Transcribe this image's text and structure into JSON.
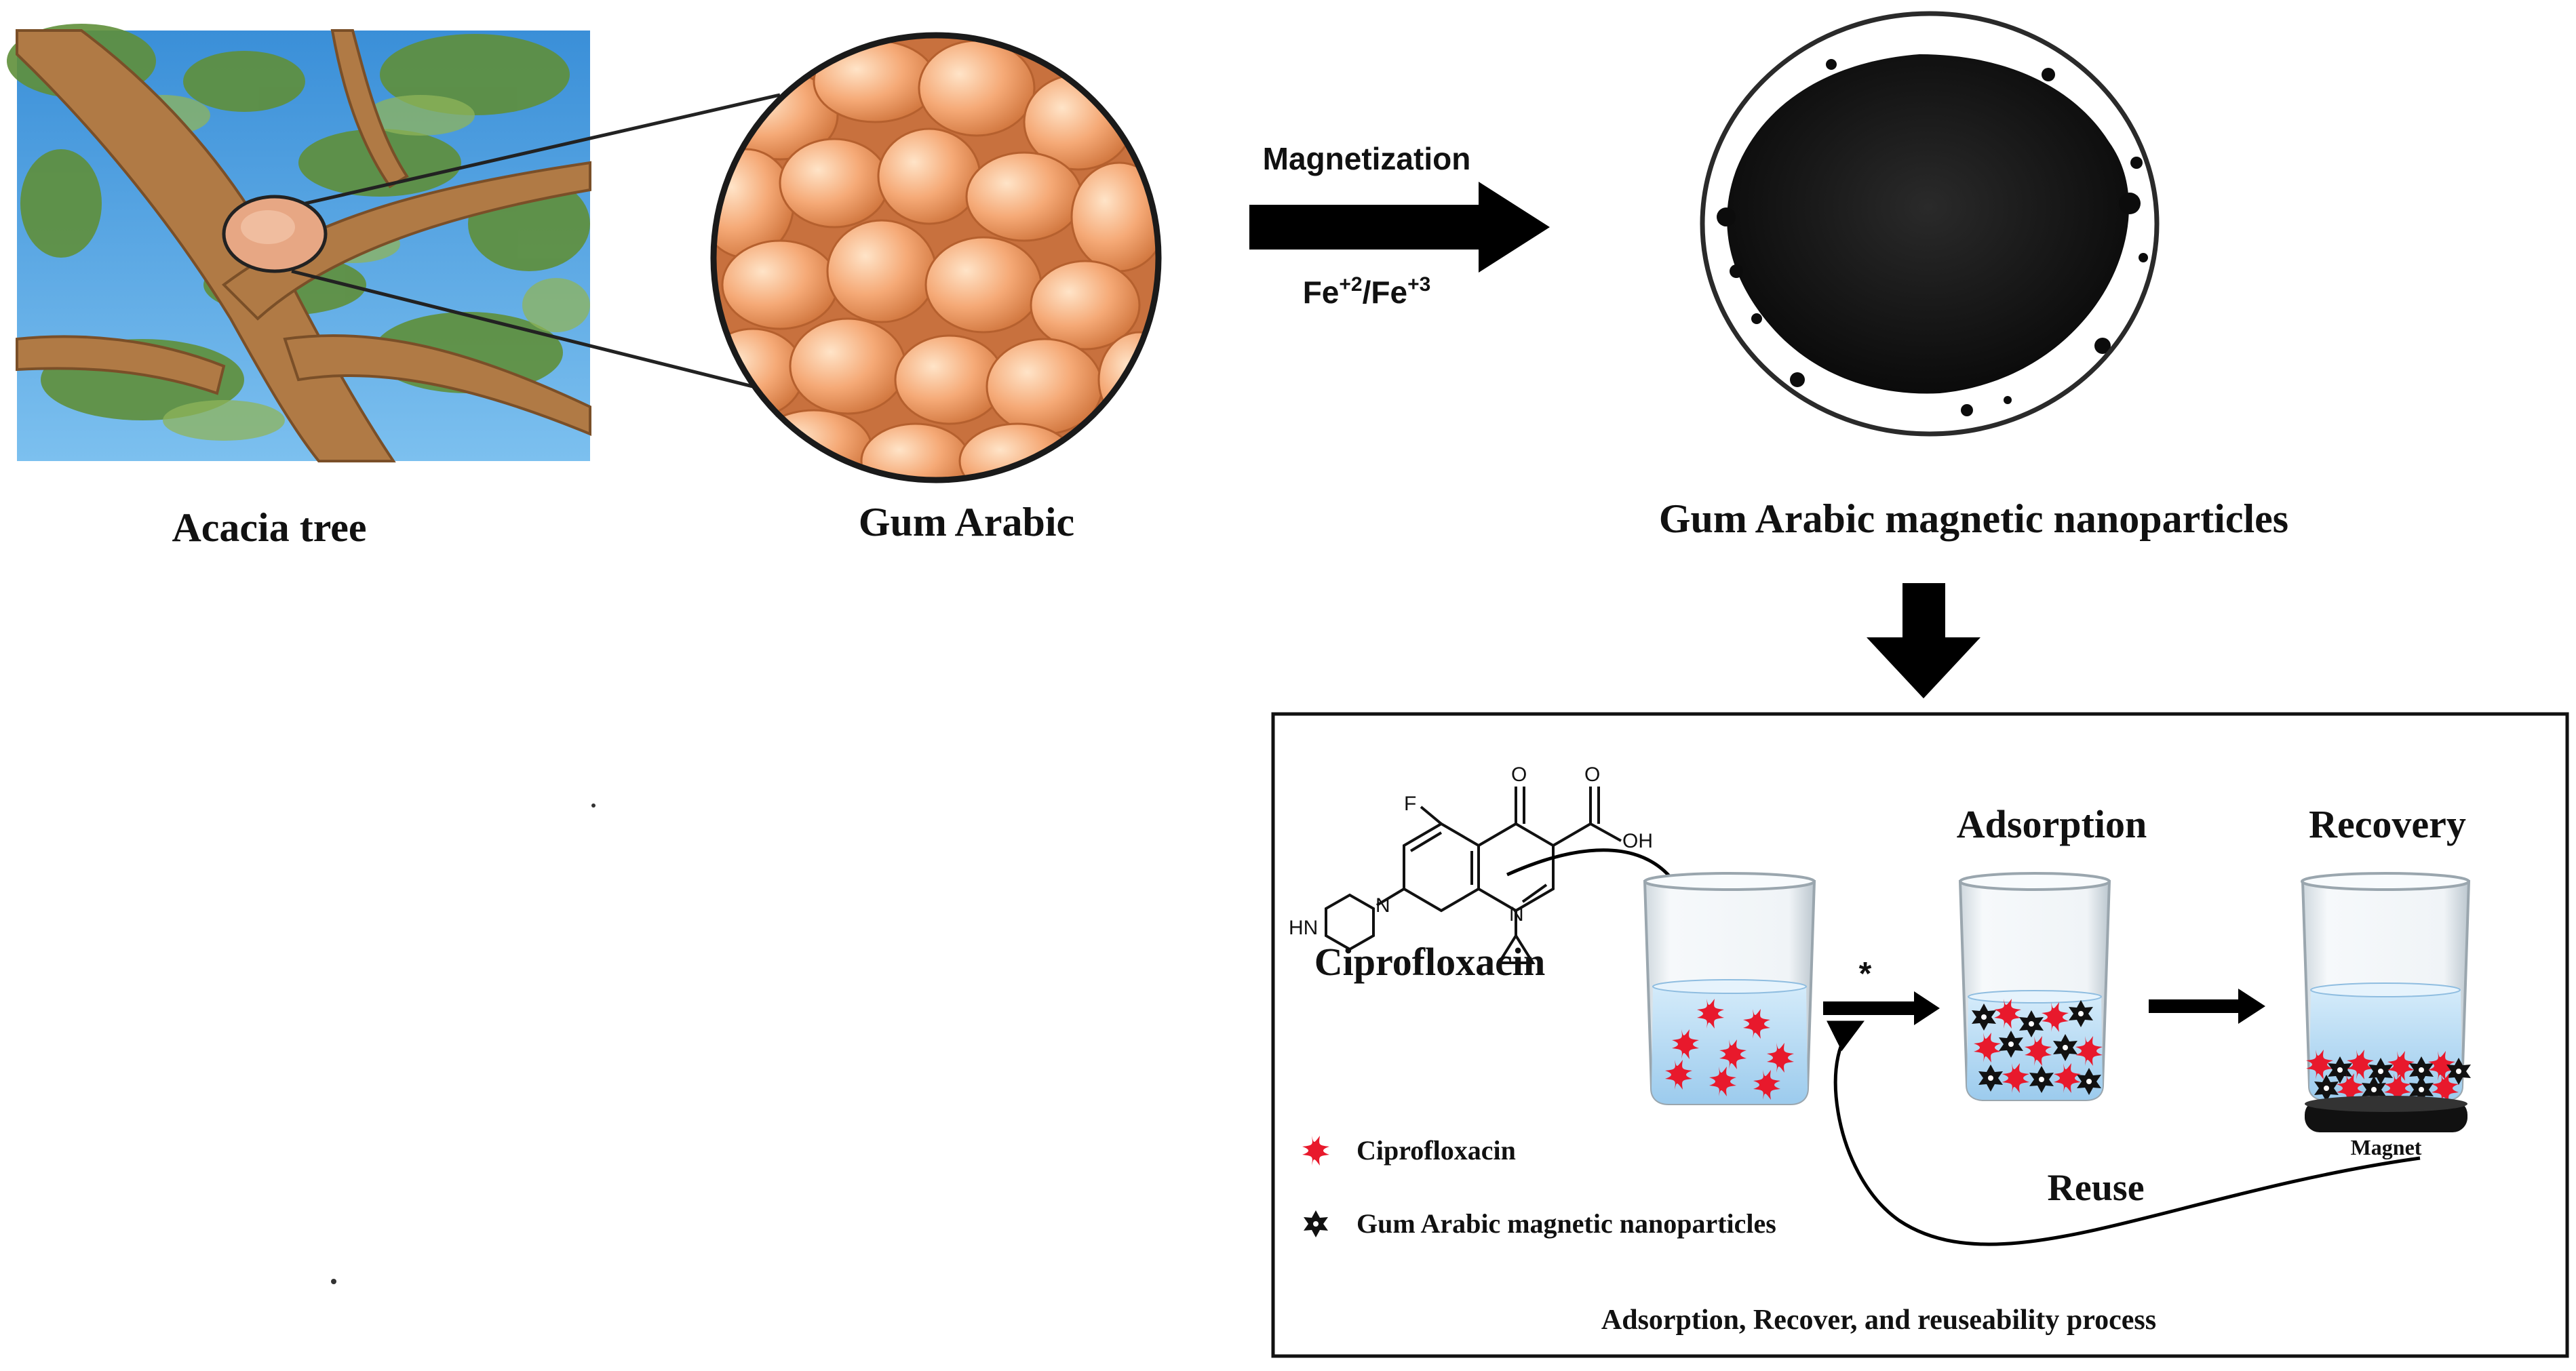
{
  "labels": {
    "acacia_tree": "Acacia tree",
    "gum_arabic": "Gum Arabic",
    "gum_arabic_mnp": "Gum Arabic magnetic nanoparticles",
    "magnetization": "Magnetization",
    "fe_prefix": "Fe",
    "fe2_sup": "+2",
    "fe_slash": "/Fe",
    "fe3_sup": "+3"
  },
  "process_box": {
    "molecule_name": "Ciprofloxacin",
    "molecule_atoms": {
      "F": "F",
      "O": "O",
      "OH": "OH",
      "N1": "N",
      "N2": "N",
      "HN": "HN"
    },
    "step_adsorption": "Adsorption",
    "step_recovery": "Recovery",
    "reuse": "Reuse",
    "magnet": "Magnet",
    "star_mark": "*",
    "legend": [
      {
        "symbol": "red-cross",
        "label": "Ciprofloxacin"
      },
      {
        "symbol": "black-star",
        "label": "Gum Arabic magnetic nanoparticles"
      }
    ],
    "caption": "Adsorption, Recover, and reuseability process"
  },
  "colors": {
    "ciprofloxacin_marker": "#e8192c",
    "nanoparticle_marker": "#111111",
    "gum_orange": "#f0a070",
    "sky_blue": "#4a9ee0",
    "water_blue": "#b9dcf4"
  }
}
